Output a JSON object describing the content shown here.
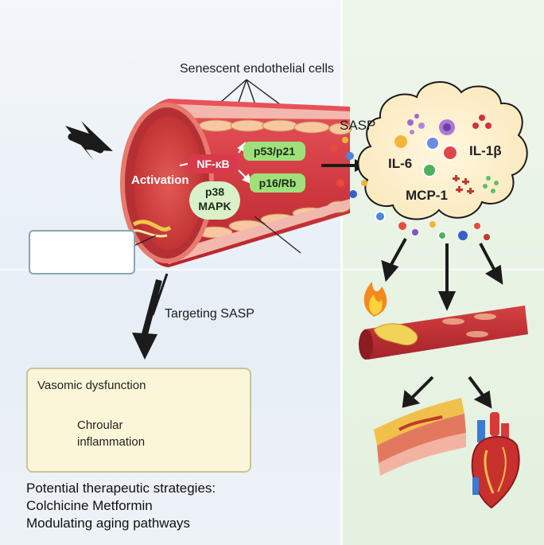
{
  "labels": {
    "senescent_cells": "Senescent endothelial cells",
    "sasp": "SASP",
    "activation": "Activation",
    "nfkb": "NF-κB",
    "p53p21": "p53/p21",
    "p16rb": "p16/Rb",
    "p38": "p38",
    "mapk": "MAPK",
    "targeting_sasp": "Targeting SASP"
  },
  "cytokines": {
    "il6": "IL-6",
    "il1b": "IL-1β",
    "mcp1": "MCP-1"
  },
  "outcomes_box": {
    "title": "Vasomic dysfunction",
    "line1": "Chroular",
    "line2": "inflammation"
  },
  "strategies": {
    "line1": "Potential therapeutic strategies:",
    "line2": "Colchicine Metformin",
    "line3": "Modulating aging pathways"
  },
  "colors": {
    "vessel_red": "#c8322d",
    "nfkb_pill": "#d83a4c",
    "green_pill": "#9fe07a",
    "cloud_fill": "#fdf1cf"
  }
}
